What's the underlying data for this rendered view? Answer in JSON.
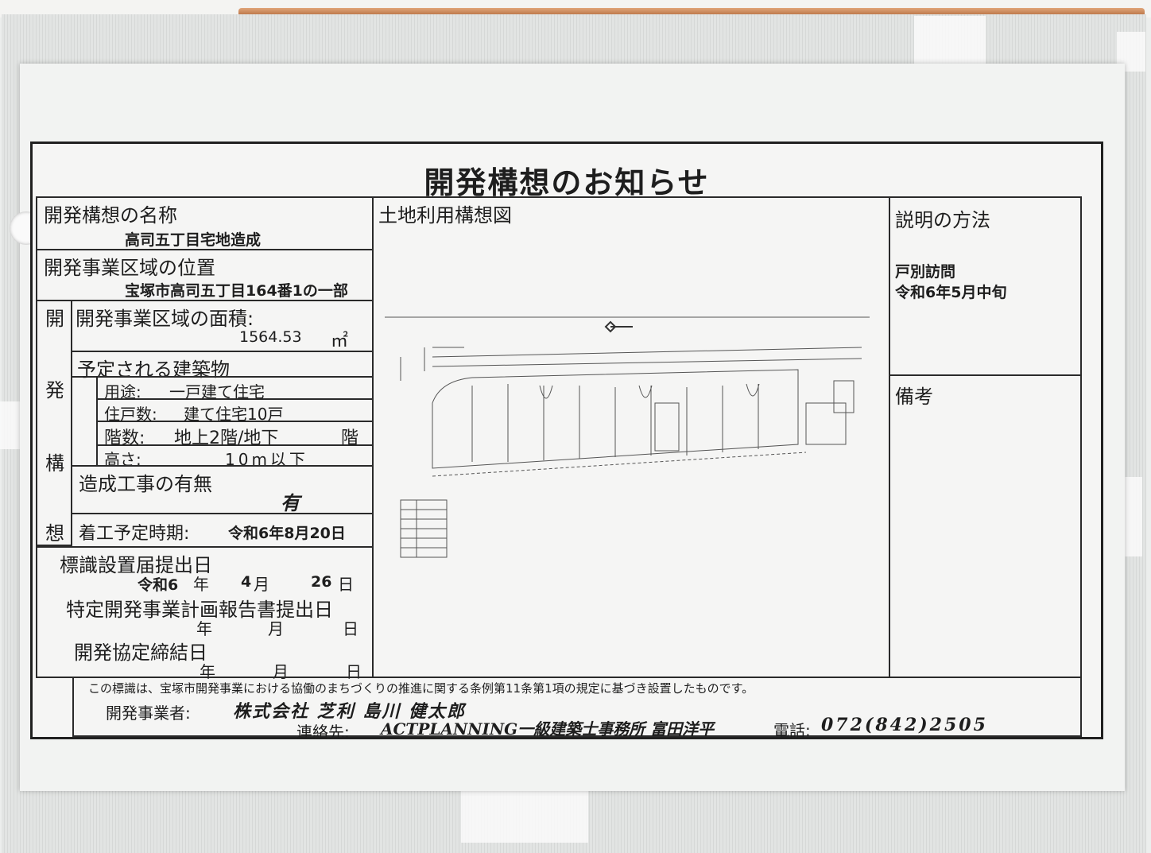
{
  "notice": {
    "title": "開発構想のお知らせ",
    "name_label": "開発構想の名称",
    "name_value": "高司五丁目宅地造成",
    "location_label": "開発事業区域の位置",
    "location_value": "宝塚市高司五丁目164番1の一部",
    "vertical_label": [
      "開",
      "発",
      "構",
      "想"
    ],
    "area_label": "開発事業区域の面積:",
    "area_value": "1564.53",
    "area_unit": "㎡",
    "building_label": "予定される建築物",
    "use_label": "用途:",
    "use_value": "一戸建て住宅",
    "units_label": "住戸数:",
    "units_value": "建て住宅10戸",
    "floors_label": "階数:",
    "floors_value": "地上2階/地下",
    "floors_suffix": "階",
    "height_label": "高さ:",
    "height_value": "10m以下",
    "grading_label": "造成工事の有無",
    "grading_value": "有",
    "start_label": "着工予定時期:",
    "start_value": "令和6年8月20日",
    "sign_label": "標識設置届提出日",
    "sign_era": "令和6",
    "sign_month": "4",
    "sign_day": "26",
    "unit_year": "年",
    "unit_month": "月",
    "unit_day": "日",
    "report_label": "特定開発事業計画報告書提出日",
    "agreement_label": "開発協定締結日",
    "map_label": "土地利用構想図",
    "method_label": "説明の方法",
    "method_line1": "戸別訪問",
    "method_line2": "令和6年5月中旬",
    "remarks_label": "備考",
    "footer_note": "この標識は、宝塚市開発事業における協働のまちづくりの推進に関する条例第11条第1項の規定に基づき設置したものです。",
    "developer_label": "開発事業者:",
    "developer_value": "株式会社 芝利 島川 健太郎",
    "contact_label": "連絡先:",
    "contact_value": "ACTPLANNING一級建築士事務所 富田洋平",
    "phone_label": "電話:",
    "phone_value": "072(842)2505"
  }
}
